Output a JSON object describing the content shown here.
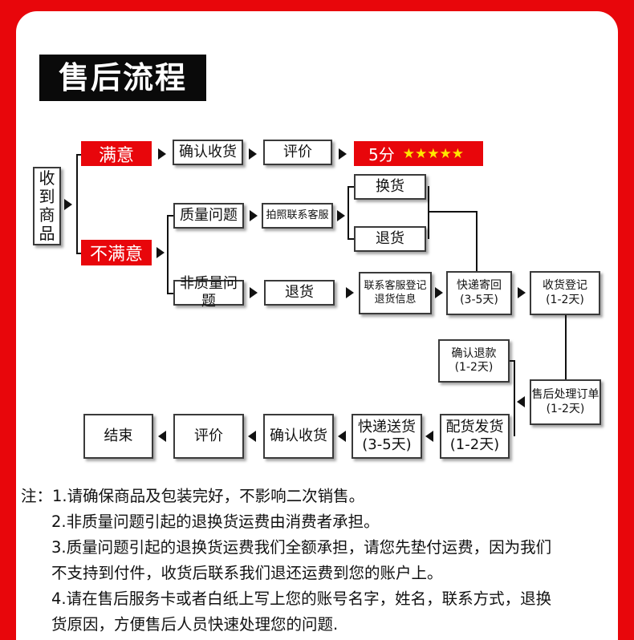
{
  "title": "售后流程",
  "receive": [
    "收",
    "到",
    "商",
    "品"
  ],
  "satisfied": "满意",
  "unsatisfied": "不满意",
  "top_row": {
    "confirm": "确认收货",
    "review": "评价",
    "rating": "5分",
    "stars": "★★★★★"
  },
  "quality_issue": "质量问题",
  "photo_contact": "拍照联系客服",
  "exchange": "换货",
  "return": "退货",
  "non_quality_issue": "非质量问题",
  "return2": "退货",
  "contact_register": [
    "联系客服登记",
    "退货信息"
  ],
  "express_return": [
    "快递寄回",
    "(3-5天)"
  ],
  "receipt_register": [
    "收货登记",
    "(1-2天)"
  ],
  "confirm_refund": [
    "确认退款",
    "(1-2天)"
  ],
  "process_order": [
    "售后处理订单",
    "(1-2天)"
  ],
  "ship_goods": [
    "配货发货",
    "(1-2天)"
  ],
  "express_delivery": [
    "快递送货",
    "(3-5天)"
  ],
  "confirm_receipt": "确认收货",
  "review2": "评价",
  "end": "结束",
  "notes": [
    "注：1.请确保商品及包装完好，不影响二次销售。",
    "2.非质量问题引起的退换货运费由消费者承担。",
    "3.质量问题引起的退换货运费我们全额承担，请您先垫付运费，因为我们",
    "不支持到付件，收货后联系我们退还运费到您的账户上。",
    "4.请在售后服务卡或者白纸上写上您的账号名字，姓名，联系方式，退换",
    "货原因，方便售后人员快速处理您的问题."
  ]
}
